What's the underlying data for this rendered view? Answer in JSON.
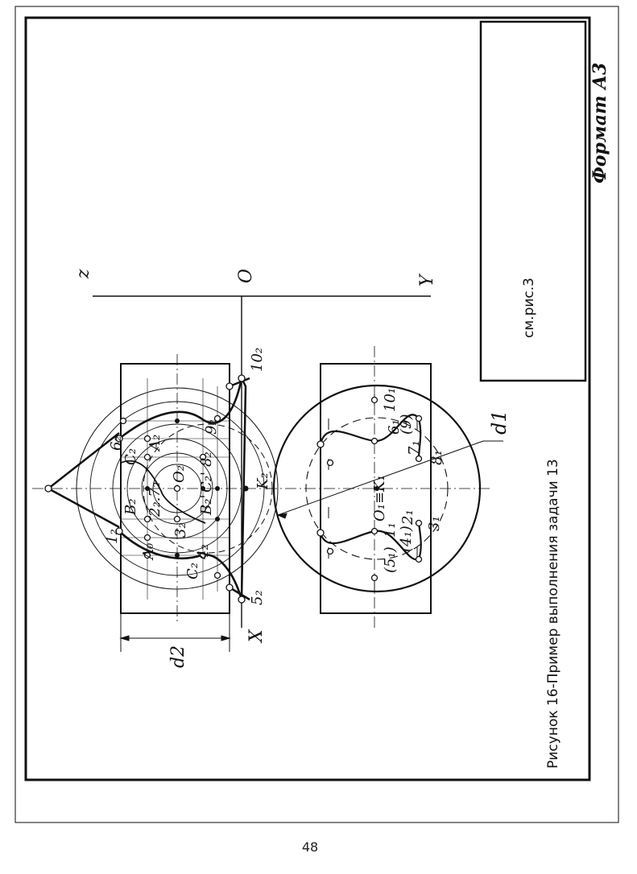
{
  "page_number": "48",
  "format_label": "Формат А3",
  "title_block_ref": "см.рис.3",
  "figure_caption": "Рисунок 16-Пример выполнения задачи 13",
  "axis_labels": {
    "z": "z",
    "o": "O",
    "y": "Y",
    "x": "X"
  },
  "dimension_labels": {
    "d2": "d2",
    "d1": "d1"
  },
  "front_view_points": [
    "10₂",
    "5₂",
    "1₂",
    "6₂",
    "C₂",
    "B₂",
    "2₂.7₂",
    "A₂",
    "O₂",
    "8₂",
    "9₂",
    "3₂",
    "A₀",
    "4₂",
    "B₂'",
    "C₂'",
    "C₂",
    "K₂"
  ],
  "top_view_points": [
    "O₁≡K₁",
    "6₁",
    "10₁",
    "(9)",
    "7₁",
    "8₁",
    "1₁",
    "(4₁)",
    "2₁",
    "(5₁)",
    "3₁"
  ]
}
